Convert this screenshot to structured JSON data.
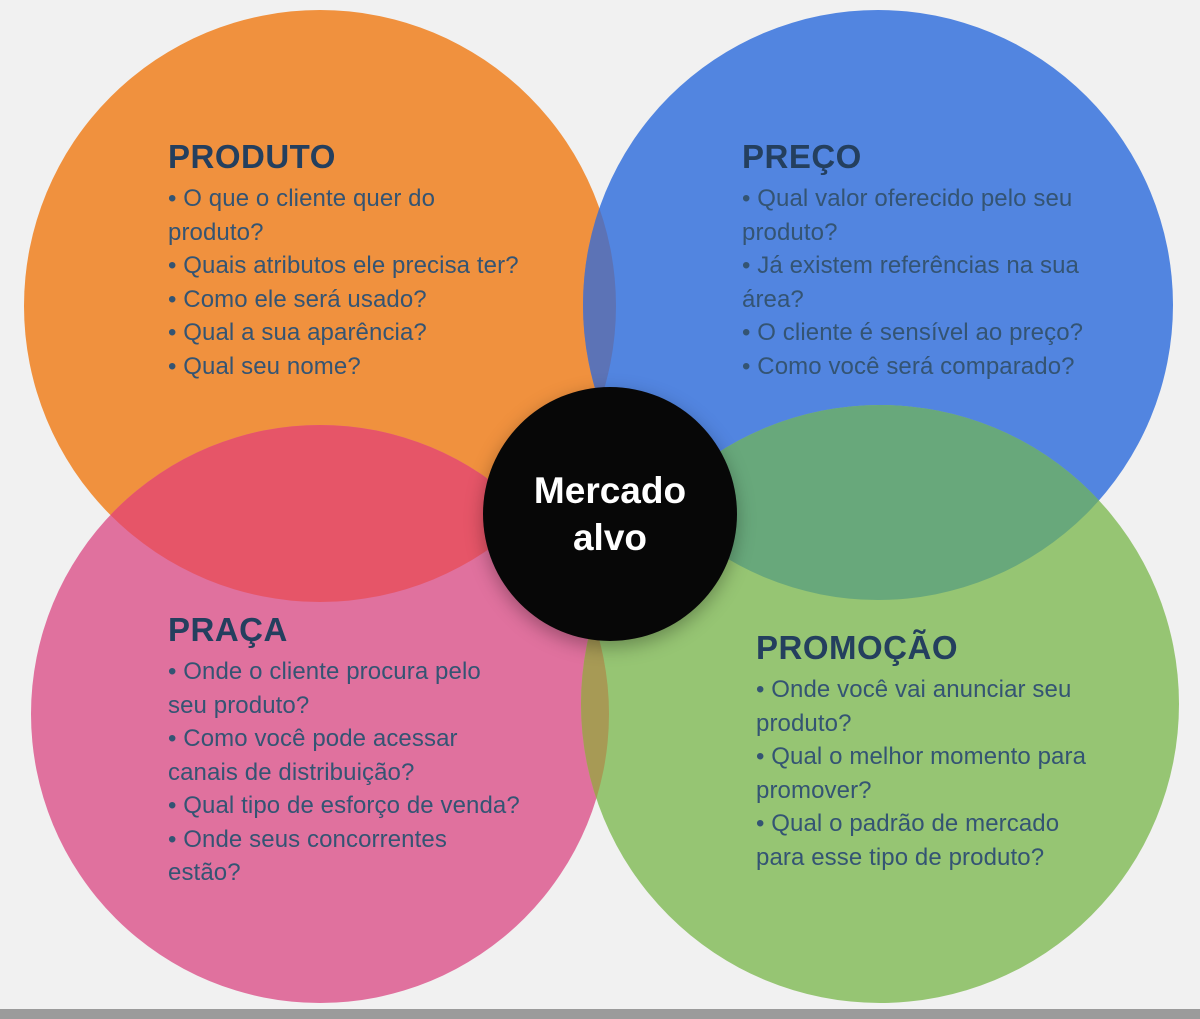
{
  "colors": {
    "background": "#F1F1F1",
    "bottom_bar": "#9B9B9B",
    "heading_text": "#243F5E",
    "body_text": "#345473",
    "center_text": "#FFFFFF",
    "center_circle": "#070707"
  },
  "circles": {
    "produto": "#F0913E",
    "preco": "#5285E0",
    "praca": "#E0719E",
    "promocao": "#96C573"
  },
  "overlaps": {
    "produto_preco": "#5C73B6",
    "produto_praca": "#E65568",
    "preco_promocao": "#68A87B",
    "praca_promocao": "#A79A55"
  },
  "center": {
    "label": [
      "Mercado",
      "alvo"
    ]
  },
  "sections": [
    {
      "id": "produto",
      "title": "PRODUTO",
      "items": [
        [
          "• O que o cliente quer do",
          "produto?"
        ],
        [
          "• Quais atributos ele precisa ter?"
        ],
        [
          "• Como ele será usado?"
        ],
        [
          "• Qual a sua aparência?"
        ],
        [
          "• Qual seu nome?"
        ]
      ]
    },
    {
      "id": "preco",
      "title": "PREÇO",
      "items": [
        [
          "• Qual valor oferecido pelo seu",
          "produto?"
        ],
        [
          "• Já existem referências na sua",
          "área?"
        ],
        [
          "• O cliente é sensível ao preço?"
        ],
        [
          "• Como você será comparado?"
        ]
      ]
    },
    {
      "id": "praca",
      "title": "PRAÇA",
      "items": [
        [
          "• Onde o cliente procura pelo",
          "seu produto?"
        ],
        [
          "• Como você pode acessar",
          "canais de distribuição?"
        ],
        [
          "• Qual tipo de esforço de venda?"
        ],
        [
          "• Onde seus concorrentes",
          "estão?"
        ]
      ]
    },
    {
      "id": "promocao",
      "title": "PROMOÇÃO",
      "items": [
        [
          "• Onde você vai anunciar seu",
          "produto?"
        ],
        [
          "• Qual o melhor momento para",
          "promover?"
        ],
        [
          "• Qual o padrão de mercado",
          "para esse tipo de produto?"
        ]
      ]
    }
  ]
}
